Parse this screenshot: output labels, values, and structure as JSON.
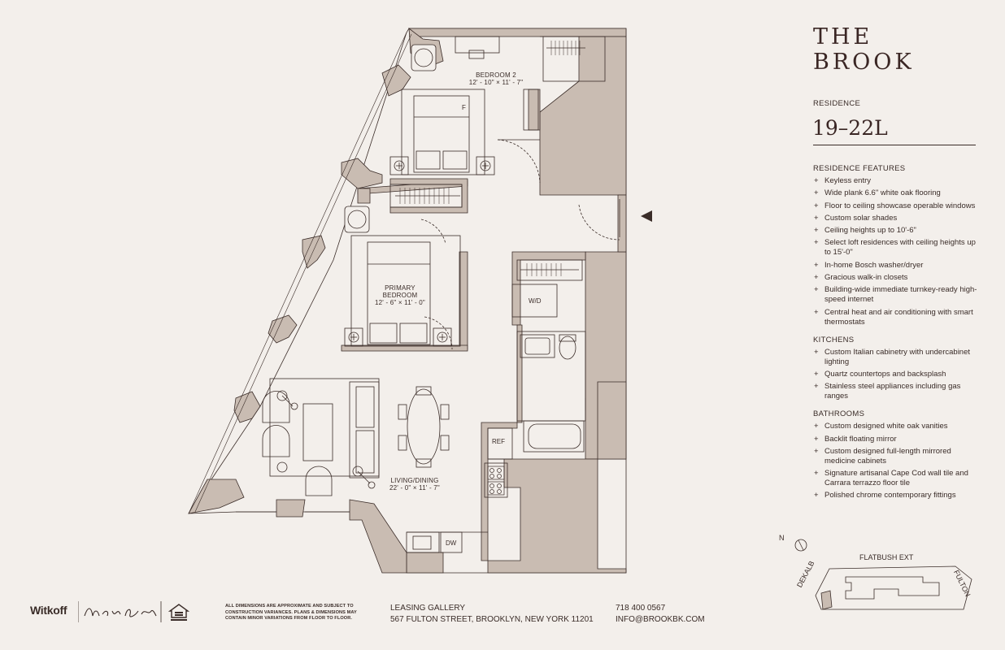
{
  "brand": "THE BROOK",
  "residence": {
    "label": "RESIDENCE",
    "number": "19–22L"
  },
  "sections": [
    {
      "title": "RESIDENCE FEATURES",
      "items": [
        "Keyless entry",
        "Wide plank 6.6\" white oak flooring",
        "Floor to ceiling showcase operable windows",
        "Custom solar shades",
        "Ceiling heights up to 10'-6\"",
        "Select loft residences with ceiling heights up to 15'-0\"",
        "In-home Bosch washer/dryer",
        "Gracious walk-in closets",
        "Building-wide immediate turnkey-ready high-speed internet",
        "Central heat and air conditioning with smart thermostats"
      ]
    },
    {
      "title": "KITCHENS",
      "items": [
        "Custom Italian cabinetry with undercabinet lighting",
        "Quartz countertops and backsplash",
        "Stainless steel appliances including gas ranges"
      ]
    },
    {
      "title": "BATHROOMS",
      "items": [
        "Custom designed white oak vanities",
        "Backlit floating mirror",
        "Custom designed full-length mirrored medicine cabinets",
        "Signature artisanal Cape Cod wall tile and Carrara terrazzo floor tile",
        "Polished chrome contemporary fittings"
      ]
    }
  ],
  "rooms": {
    "bedroom2": {
      "name": "BEDROOM 2",
      "dims": "12' - 10\" × 11' - 7\""
    },
    "primary": {
      "name_line1": "PRIMARY",
      "name_line2": "BEDROOM",
      "dims": "12' - 6\" × 11' - 0\""
    },
    "living": {
      "name": "LIVING/DINING",
      "dims": "22' - 0\" × 11' - 7\""
    }
  },
  "fixtures": {
    "wd": "W/D",
    "ref": "REF",
    "dw": "DW",
    "f": "F"
  },
  "map": {
    "north": "N",
    "street_top": "FLATBUSH EXT",
    "street_left": "DEKALB",
    "street_right": "FULTON"
  },
  "footer": {
    "developer": "Witkoff",
    "disclaimer": "ALL DIMENSIONS ARE APPROXIMATE AND SUBJECT TO CONSTRUCTION VARIANCES. PLANS & DIMENSIONS MAY CONTAIN MINOR VARIATIONS FROM FLOOR TO FLOOR.",
    "gallery_title": "LEASING GALLERY",
    "gallery_address": "567 FULTON STREET, BROOKLYN, NEW YORK 11201",
    "phone": "718 400 0567",
    "email": "INFO@BROOKBK.COM"
  },
  "colors": {
    "background": "#f3efeb",
    "wall": "#c9bcb2",
    "line": "#3a2c28"
  }
}
